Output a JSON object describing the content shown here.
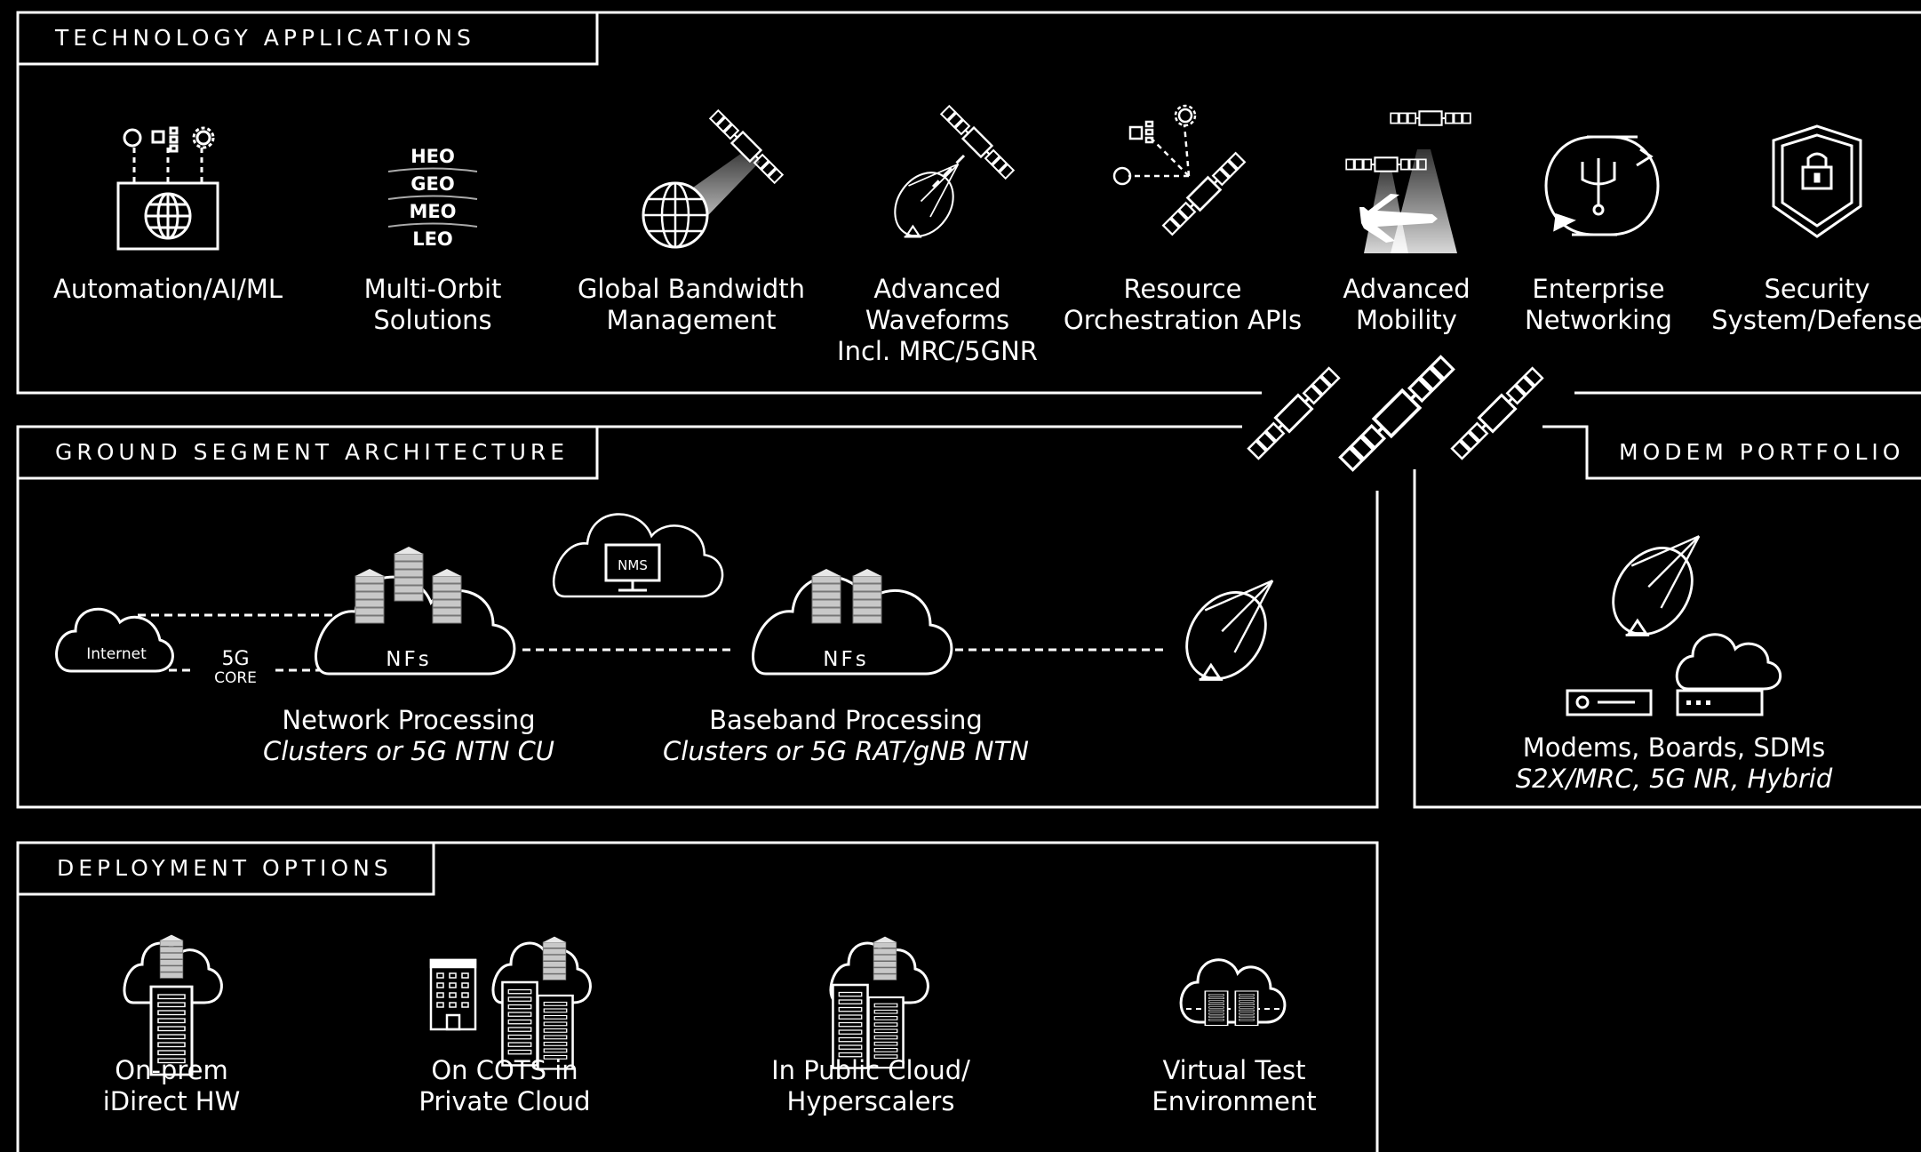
{
  "colors": {
    "background": "#000000",
    "line": "#ffffff",
    "server_gray": "#bdbdbd"
  },
  "sections": {
    "tech": "TECHNOLOGY APPLICATIONS",
    "ground": "GROUND SEGMENT ARCHITECTURE",
    "modem": "MODEM PORTFOLIO",
    "deploy": "DEPLOYMENT OPTIONS"
  },
  "tech_apps": [
    {
      "icon": "automation-ai-ml-icon",
      "lines": [
        "Automation/AI/ML"
      ]
    },
    {
      "icon": "multi-orbit-icon",
      "lines": [
        "Multi-Orbit",
        "Solutions"
      ]
    },
    {
      "icon": "global-bandwidth-icon",
      "lines": [
        "Global Bandwidth",
        "Management"
      ]
    },
    {
      "icon": "advanced-waveforms-icon",
      "lines": [
        "Advanced",
        "Waveforms",
        "Incl. MRC/5GNR"
      ]
    },
    {
      "icon": "resource-orchestration-icon",
      "lines": [
        "Resource",
        "Orchestration APIs"
      ]
    },
    {
      "icon": "advanced-mobility-icon",
      "lines": [
        "Advanced",
        "Mobility"
      ]
    },
    {
      "icon": "enterprise-networking-icon",
      "lines": [
        "Enterprise",
        "Networking"
      ]
    },
    {
      "icon": "security-defense-icon",
      "lines": [
        "Security",
        "System/Defense"
      ]
    }
  ],
  "orbits": [
    "HEO",
    "GEO",
    "MEO",
    "LEO"
  ],
  "ground": {
    "internet": "Internet",
    "core_5g": "5G",
    "core_word": "CORE",
    "nms": "NMS",
    "nfs": "NFs",
    "network_processing": {
      "title": "Network Processing",
      "sub": "Clusters or 5G NTN CU"
    },
    "baseband_processing": {
      "title": "Baseband Processing",
      "sub": "Clusters or 5G RAT/gNB NTN"
    }
  },
  "modem": {
    "title": "Modems, Boards, SDMs",
    "sub": "S2X/MRC, 5G NR, Hybrid"
  },
  "deployment": [
    {
      "icon": "on-prem-icon",
      "lines": [
        "On-prem",
        "iDirect HW"
      ]
    },
    {
      "icon": "private-cloud-icon",
      "lines": [
        "On COTS in",
        "Private Cloud"
      ]
    },
    {
      "icon": "public-cloud-icon",
      "lines": [
        "In Public Cloud/",
        "Hyperscalers"
      ]
    },
    {
      "icon": "virtual-test-icon",
      "lines": [
        "Virtual Test",
        "Environment"
      ]
    }
  ]
}
